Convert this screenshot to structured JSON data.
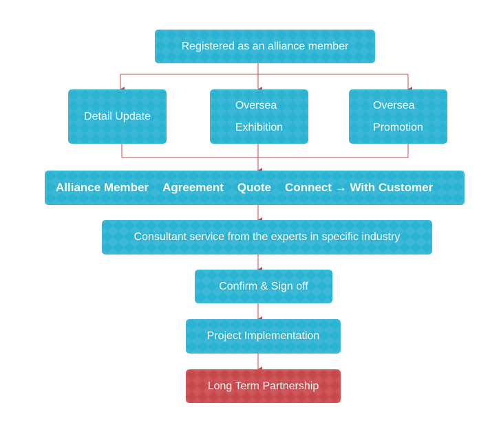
{
  "nodes": {
    "registered": "Registered as an  alliance member",
    "detail_update": "Detail Update",
    "oversea_exhibition": [
      "Oversea",
      "Exhibition"
    ],
    "oversea_promotion": [
      "Oversea",
      "Promotion"
    ],
    "alliance_row": {
      "alliance_member": "Alliance Member",
      "agreement": "Agreement",
      "quote": "Quote",
      "connect": "Connect → With Customer"
    },
    "consultant": "Consultant service from the experts in specific industry",
    "confirm": "Confirm & Sign off",
    "project": "Project Implementation",
    "partnership": "Long Term  Partnership"
  },
  "colors": {
    "box": "#2bb3d3",
    "final_box": "#c8494c",
    "connector": "#c8494c"
  }
}
